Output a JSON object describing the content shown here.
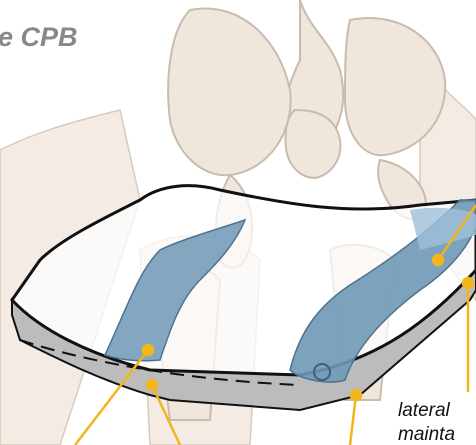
{
  "figure": {
    "title": "e CPB",
    "caption_lines": [
      "lateral",
      "mainta"
    ]
  },
  "colors": {
    "bone": "#ece3d8",
    "bone_outline": "#c7b9a9",
    "skin": "#f1e7de",
    "cushion_blue": "#6f98b6",
    "cushion_blue_light": "#9fc0d8",
    "cushion_gray": "#bdbdbd",
    "cushion_outline": "#111111",
    "leader_line": "#f2b51c"
  },
  "icons": {
    "pointer_dots": "orange-circle"
  }
}
